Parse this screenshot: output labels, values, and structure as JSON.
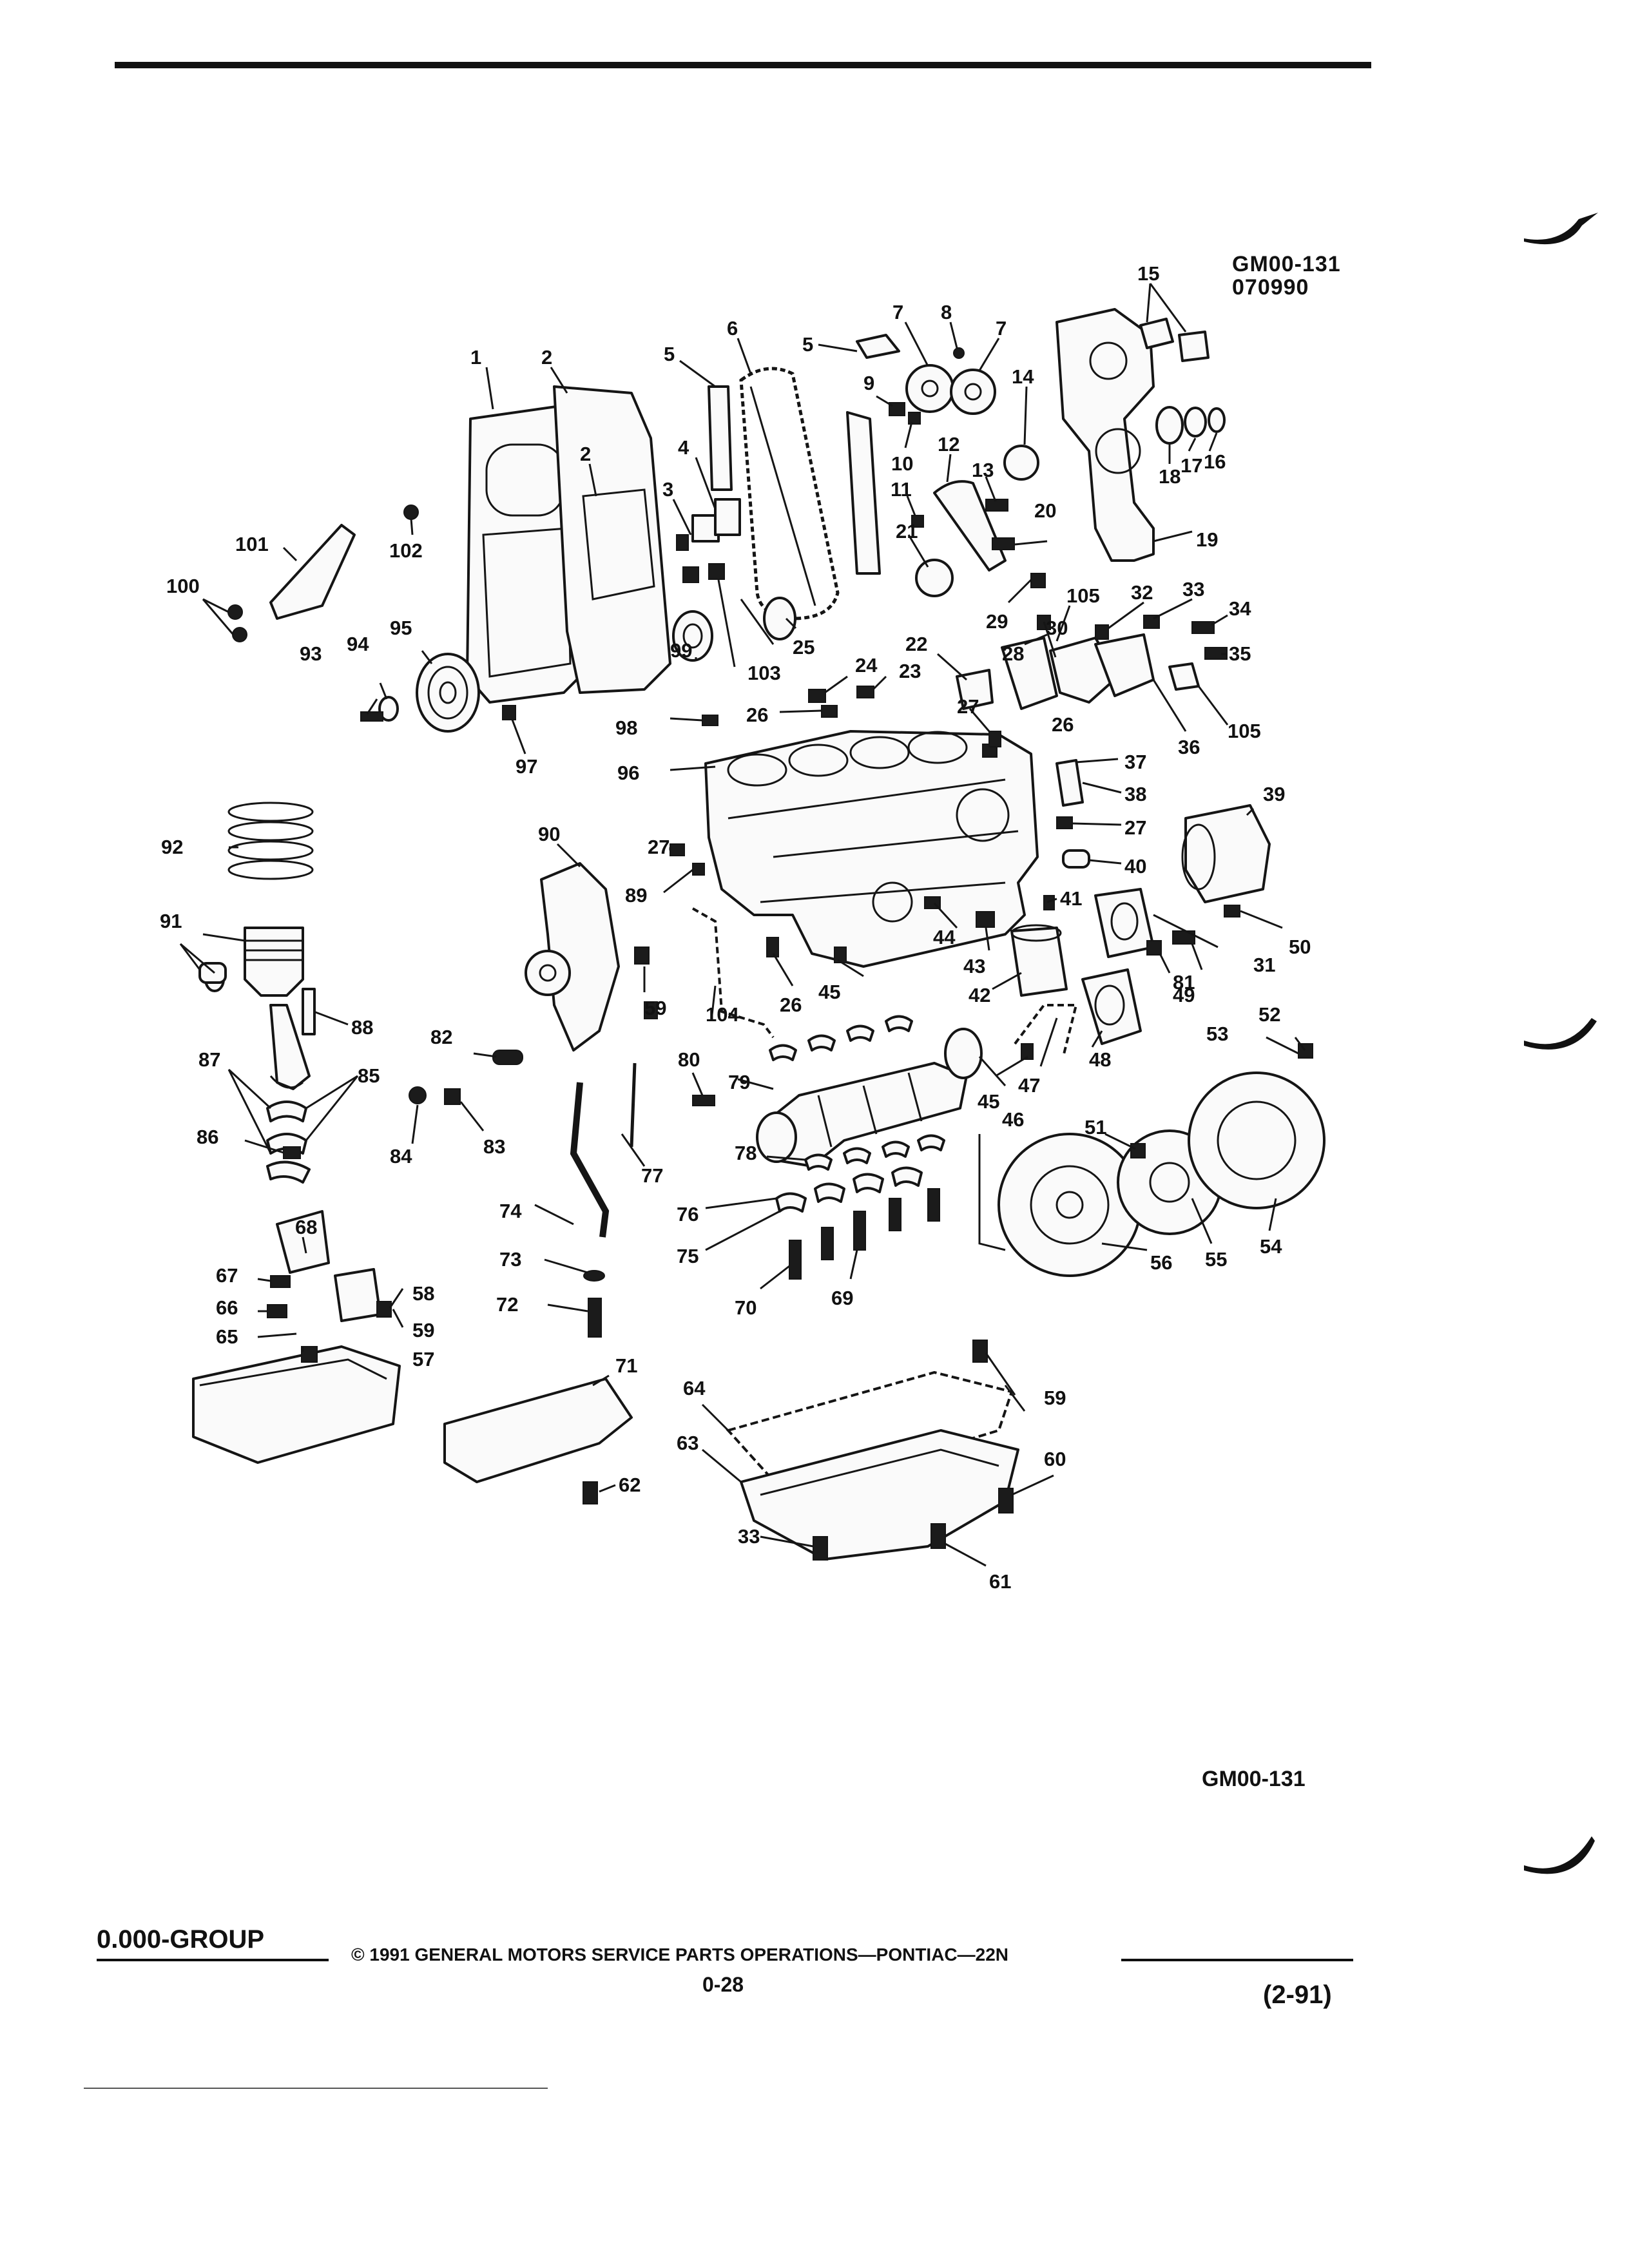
{
  "header": {
    "figure_id": "GM00-131",
    "figure_date": "070990"
  },
  "diagram": {
    "callouts": [
      "1",
      "2",
      "3",
      "4",
      "5",
      "6",
      "7",
      "8",
      "9",
      "10",
      "11",
      "12",
      "13",
      "14",
      "15",
      "16",
      "17",
      "18",
      "19",
      "20",
      "21",
      "22",
      "23",
      "24",
      "25",
      "26",
      "27",
      "28",
      "29",
      "30",
      "31",
      "32",
      "33",
      "34",
      "35",
      "36",
      "37",
      "38",
      "39",
      "40",
      "41",
      "42",
      "43",
      "44",
      "45",
      "46",
      "47",
      "48",
      "49",
      "50",
      "51",
      "52",
      "53",
      "54",
      "55",
      "56",
      "57",
      "58",
      "59",
      "60",
      "61",
      "62",
      "63",
      "64",
      "65",
      "66",
      "67",
      "68",
      "69",
      "70",
      "71",
      "72",
      "73",
      "74",
      "75",
      "76",
      "77",
      "78",
      "79",
      "80",
      "81",
      "82",
      "83",
      "84",
      "85",
      "86",
      "87",
      "88",
      "89",
      "90",
      "91",
      "92",
      "93",
      "94",
      "95",
      "96",
      "97",
      "98",
      "99",
      "100",
      "101",
      "102",
      "103",
      "104",
      "105"
    ],
    "caption": "GM00-131"
  },
  "footer": {
    "group": "0.000-GROUP",
    "copyright": "© 1991 GENERAL MOTORS SERVICE PARTS OPERATIONS—PONTIAC—22N",
    "page": "0-28",
    "revision": "(2-91)"
  }
}
